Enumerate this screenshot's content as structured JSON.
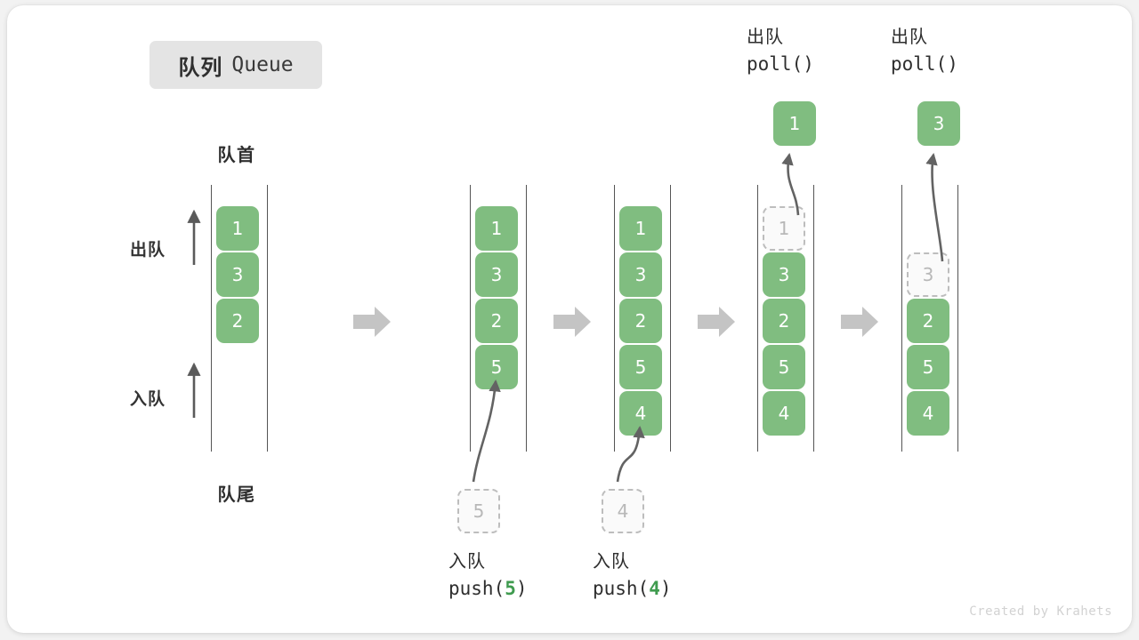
{
  "title": {
    "cn": "队列",
    "en": "Queue"
  },
  "labels": {
    "head": "队首",
    "tail": "队尾",
    "dequeue_side": "出队",
    "enqueue_side": "入队"
  },
  "watermark": "Created by Krahets",
  "colors": {
    "cell_fill": "#80bd80",
    "cell_text": "#ffffff",
    "ghost_border": "#bdbdbd",
    "ghost_text": "#b8b8b8",
    "rail": "#555555",
    "arrow": "#636363",
    "step_arrow": "#c4c4c4",
    "badge_bg": "#e4e4e4",
    "accent_green": "#3f9b4f",
    "canvas": "#ffffff"
  },
  "steps": [
    {
      "id": "initial",
      "cells": [
        "1",
        "3",
        "2"
      ],
      "ghost_slot": null,
      "ghost_value": null,
      "incoming": null,
      "popped": null,
      "caption": null
    },
    {
      "id": "push-5",
      "cells": [
        "1",
        "3",
        "2",
        "5"
      ],
      "ghost_slot": null,
      "ghost_value": null,
      "incoming": "5",
      "popped": null,
      "caption": {
        "cn": "入队",
        "fn": "push",
        "arg": "5"
      }
    },
    {
      "id": "push-4",
      "cells": [
        "1",
        "3",
        "2",
        "5",
        "4"
      ],
      "ghost_slot": null,
      "ghost_value": null,
      "incoming": "4",
      "popped": null,
      "caption": {
        "cn": "入队",
        "fn": "push",
        "arg": "4"
      }
    },
    {
      "id": "poll-1",
      "cells": [
        "3",
        "2",
        "5",
        "4"
      ],
      "ghost_slot": 0,
      "ghost_value": "1",
      "incoming": null,
      "popped": "1",
      "caption": {
        "cn": "出队",
        "fn": "poll",
        "arg": ""
      }
    },
    {
      "id": "poll-3",
      "cells": [
        "2",
        "5",
        "4"
      ],
      "ghost_slot": 1,
      "ghost_value": "3",
      "incoming": null,
      "popped": "3",
      "caption": {
        "cn": "出队",
        "fn": "poll",
        "arg": ""
      }
    }
  ],
  "step_arrows": 4
}
